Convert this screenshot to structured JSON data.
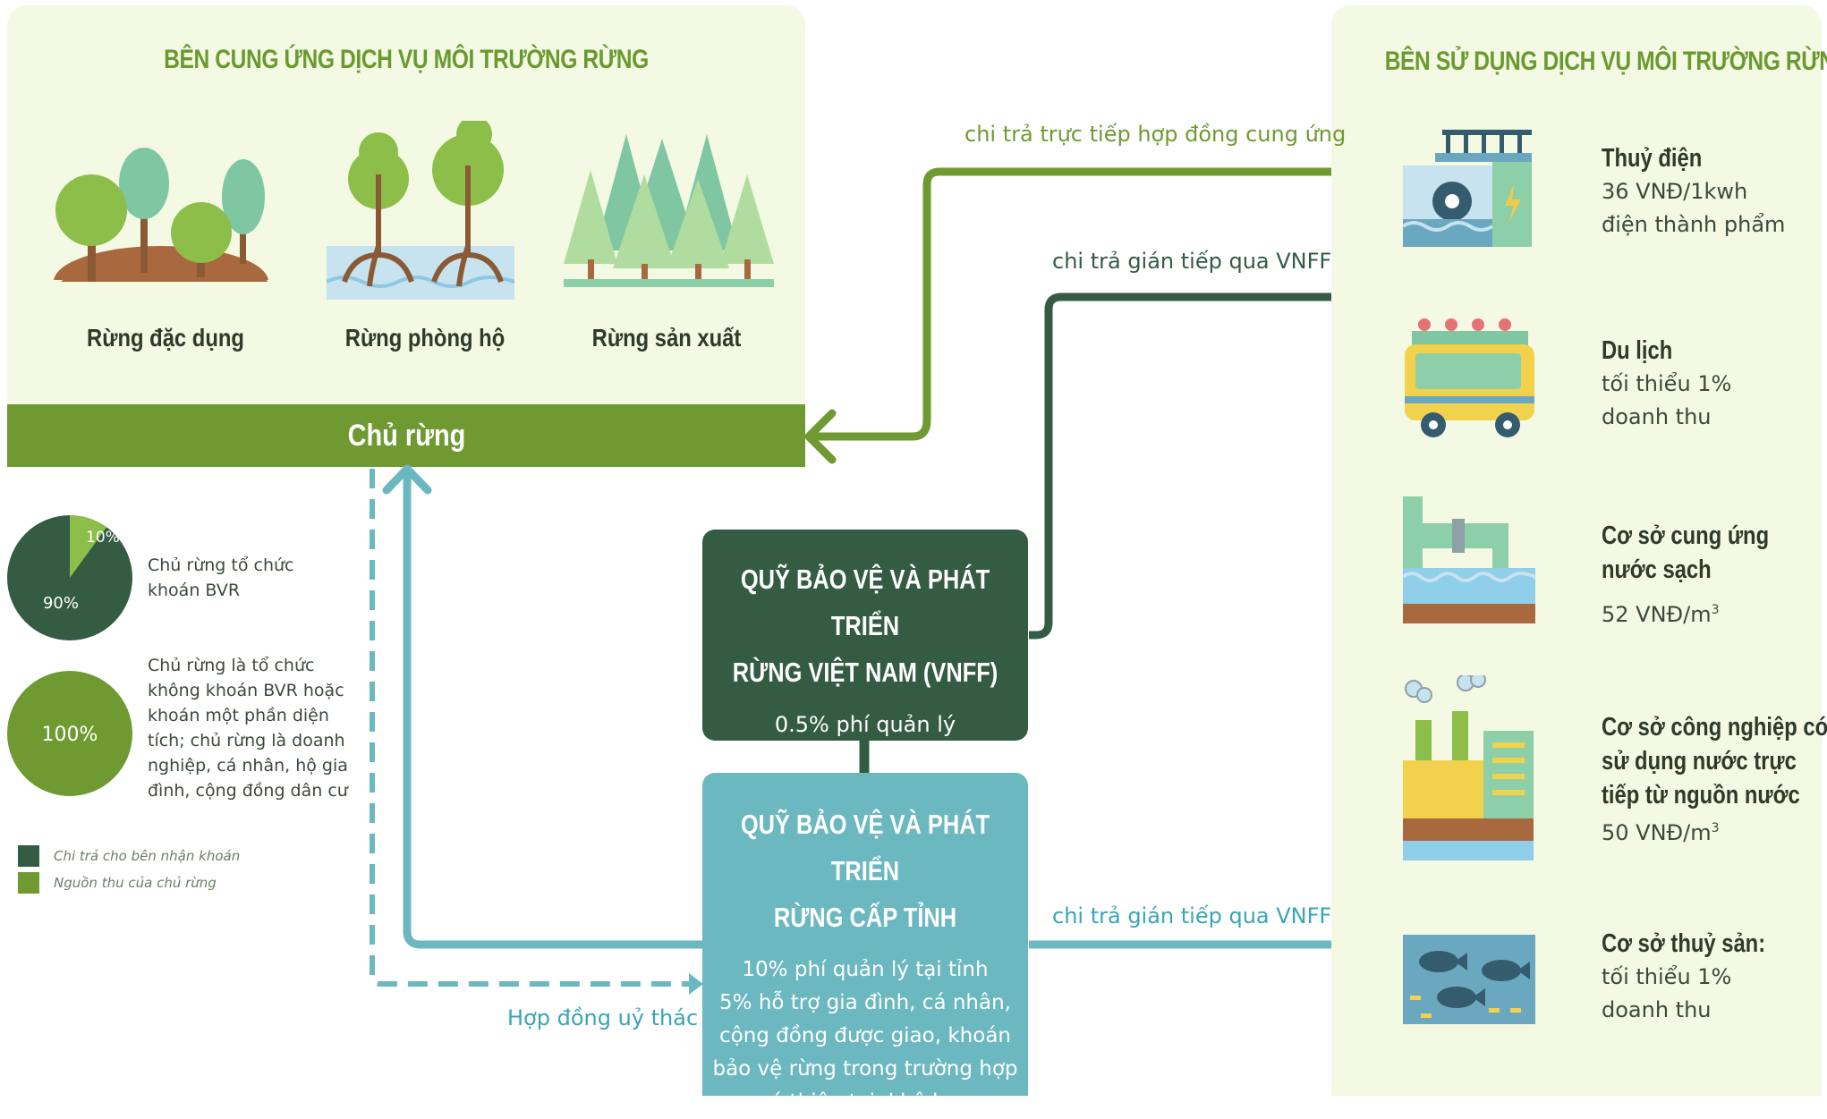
{
  "supply": {
    "title": "BÊN CUNG ỨNG DỊCH VỤ MÔI TRƯỜNG RỪNG",
    "forests": [
      "Rừng đặc dụng",
      "Rừng phòng hộ",
      "Rừng sản xuất"
    ],
    "owner": "Chủ rừng"
  },
  "users": {
    "title": "BÊN SỬ DỤNG DỊCH VỤ MÔI TRƯỜNG RỪNG",
    "items": [
      {
        "name": "Thuỷ điện",
        "value1": "36 VNĐ/1kwh",
        "value2": "điện thành phẩm"
      },
      {
        "name": "Du lịch",
        "value1": "tối thiểu 1%",
        "value2": "doanh thu"
      },
      {
        "name": "Cơ sở cung ứng",
        "name2": "nước sạch",
        "value1": "52 VNĐ/m",
        "sup": "3"
      },
      {
        "name": "Cơ sở công nghiệp có",
        "name2": "sử dụng nước trực",
        "name3": "tiếp từ nguồn nước",
        "value1": "50 VNĐ/m",
        "sup": "3"
      },
      {
        "name": "Cơ sở thuỷ sản:",
        "value1": "tối thiểu 1%",
        "value2": "doanh thu"
      }
    ]
  },
  "flows": {
    "direct": "chi trả trực tiếp hợp đồng cung ứng",
    "indirect_vnff_top": "chi trả gián tiếp qua VNFF",
    "indirect_vnff_bottom": "chi trả gián tiếp qua VNFF",
    "trust": "Hợp đồng uỷ thác"
  },
  "vnff": {
    "line1": "QUỸ BẢO VỆ VÀ PHÁT TRIỂN",
    "line2": "RỪNG VIỆT NAM (VNFF)",
    "fee": "0.5% phí quản lý"
  },
  "provincial": {
    "line1": "QUỸ BẢO VỆ VÀ PHÁT TRIỂN",
    "line2": "RỪNG CẤP TỈNH",
    "d1": "10% phí quản lý tại tỉnh",
    "d2": "5% hỗ trợ gia đình, cá nhân,",
    "d3": "cộng đồng được giao, khoán",
    "d4": "bảo vệ rừng trong trường hợp",
    "d5": "có thiên tai, khô hạn"
  },
  "pies": [
    {
      "a_label": "10%",
      "b_label": "90%",
      "a": 10,
      "b": 90,
      "desc": [
        "Chủ rừng tổ chức",
        "khoán BVR"
      ]
    },
    {
      "label": "100%",
      "value": 100,
      "desc": [
        "Chủ rừng là tổ chức",
        "không khoán BVR hoặc",
        "khoán một phần diện",
        "tích; chủ rừng là doanh",
        "nghiệp, cá nhân, hộ gia",
        "đình, cộng đồng dân cư"
      ]
    }
  ],
  "legend": [
    {
      "label": "Chi trả cho bên nhận khoán",
      "color": "#345c43"
    },
    {
      "label": "Nguồn thu của chủ rừng",
      "color": "#6f9a32"
    }
  ],
  "colors": {
    "dark_green": "#345c43",
    "green": "#6f9a32",
    "teal": "#6cb8c0",
    "bg": "#f3f9e3"
  }
}
